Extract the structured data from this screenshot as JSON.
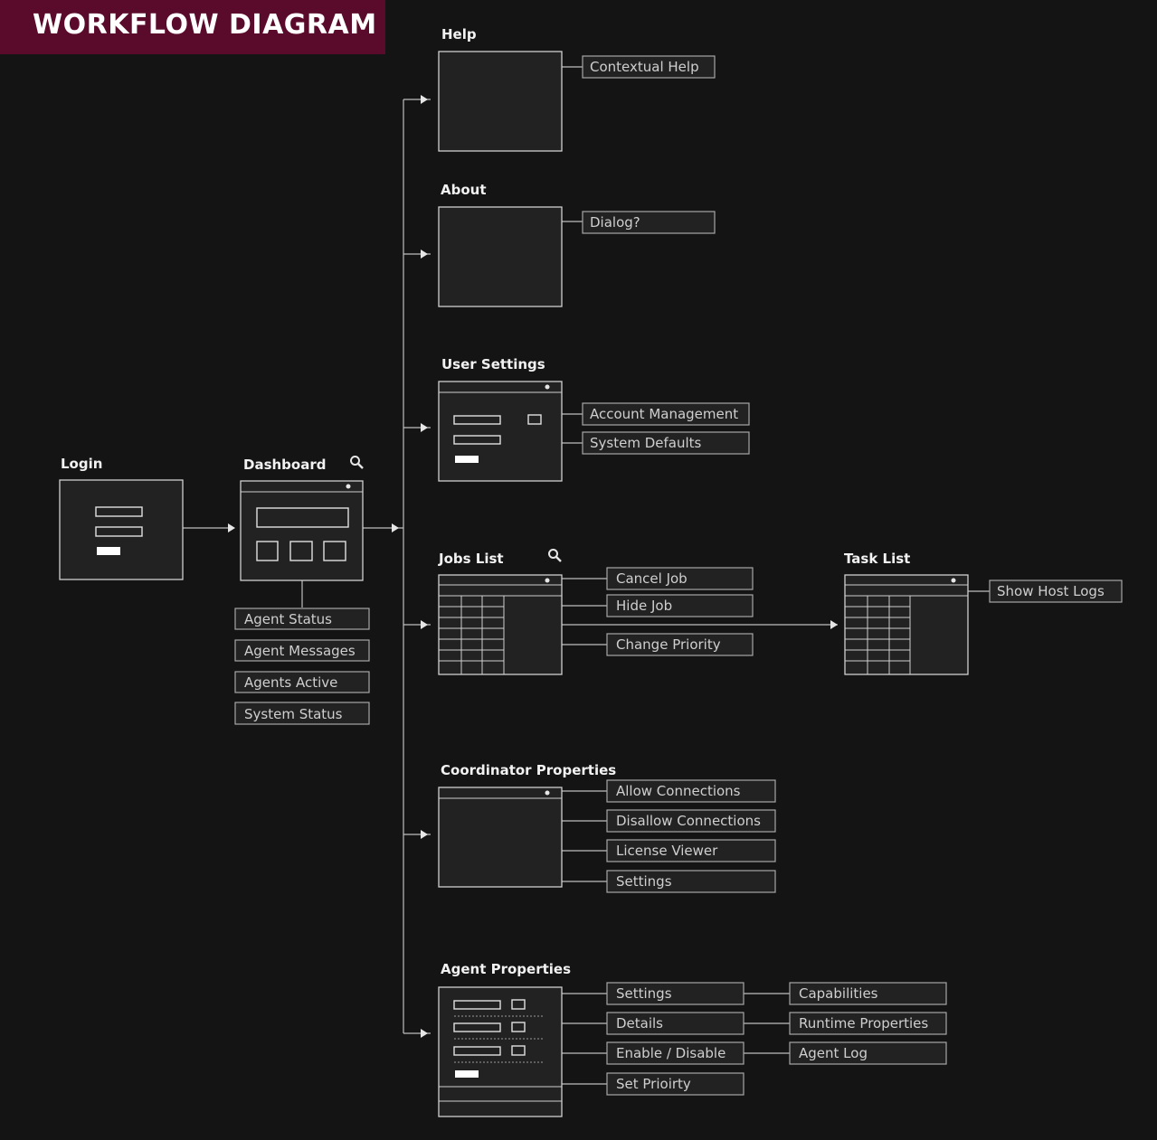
{
  "title": "WORKFLOW DIAGRAM",
  "screens": {
    "login": "Login",
    "dashboard": "Dashboard",
    "help": "Help",
    "about": "About",
    "user_settings": "User Settings",
    "jobs_list": "Jobs List",
    "task_list": "Task List",
    "coordinator_properties": "Coordinator Properties",
    "agent_properties": "Agent Properties"
  },
  "dashboard_items": [
    "Agent Status",
    "Agent Messages",
    "Agents Active",
    "System Status"
  ],
  "help_items": [
    "Contextual Help"
  ],
  "about_items": [
    "Dialog?"
  ],
  "user_settings_items": [
    "Account Management",
    "System Defaults"
  ],
  "jobs_list_items": [
    "Cancel Job",
    "Hide Job",
    "Change Priority"
  ],
  "task_list_items": [
    "Show Host Logs"
  ],
  "coordinator_items": [
    "Allow Connections",
    "Disallow Connections",
    "License Viewer",
    "Settings"
  ],
  "agent_items": [
    "Settings",
    "Details",
    "Enable / Disable",
    "Set Prioirty"
  ],
  "agent_sub_items": [
    "Capabilities",
    "Runtime Properties",
    "Agent Log"
  ],
  "icons": {
    "search": "search-icon"
  }
}
